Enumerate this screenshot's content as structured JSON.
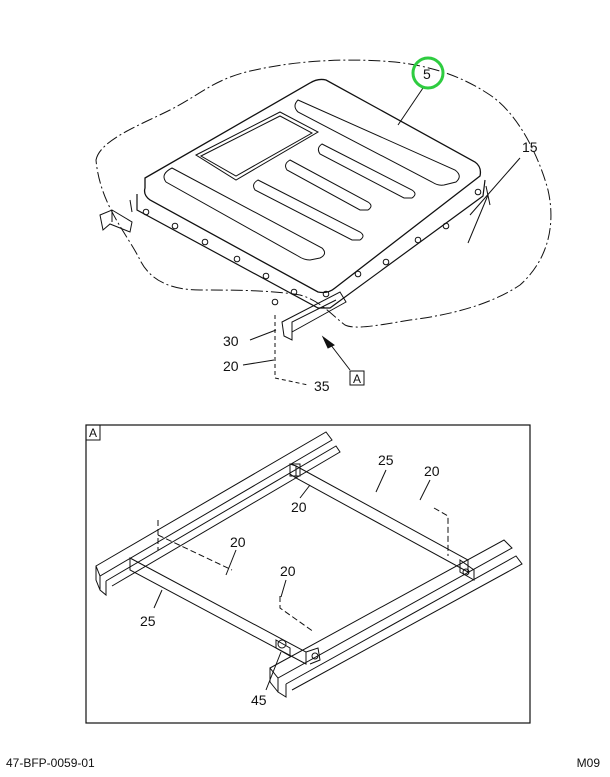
{
  "callouts": {
    "top_5": "5",
    "top_15": "15",
    "top_30": "30",
    "top_20": "20",
    "top_35": "35",
    "view_marker": "A",
    "detail_title": "A",
    "detail_25_right": "25",
    "detail_20_right": "20",
    "detail_20_mid": "20",
    "detail_20_left": "20",
    "detail_20_center": "20",
    "detail_25_left": "25",
    "detail_45": "45"
  },
  "footer": {
    "doc_code": "47-BFP-0059-01",
    "sheet_code": "M09"
  },
  "colors": {
    "line": "#111111",
    "highlight_circle": "#2ecc40",
    "background": "#ffffff"
  }
}
